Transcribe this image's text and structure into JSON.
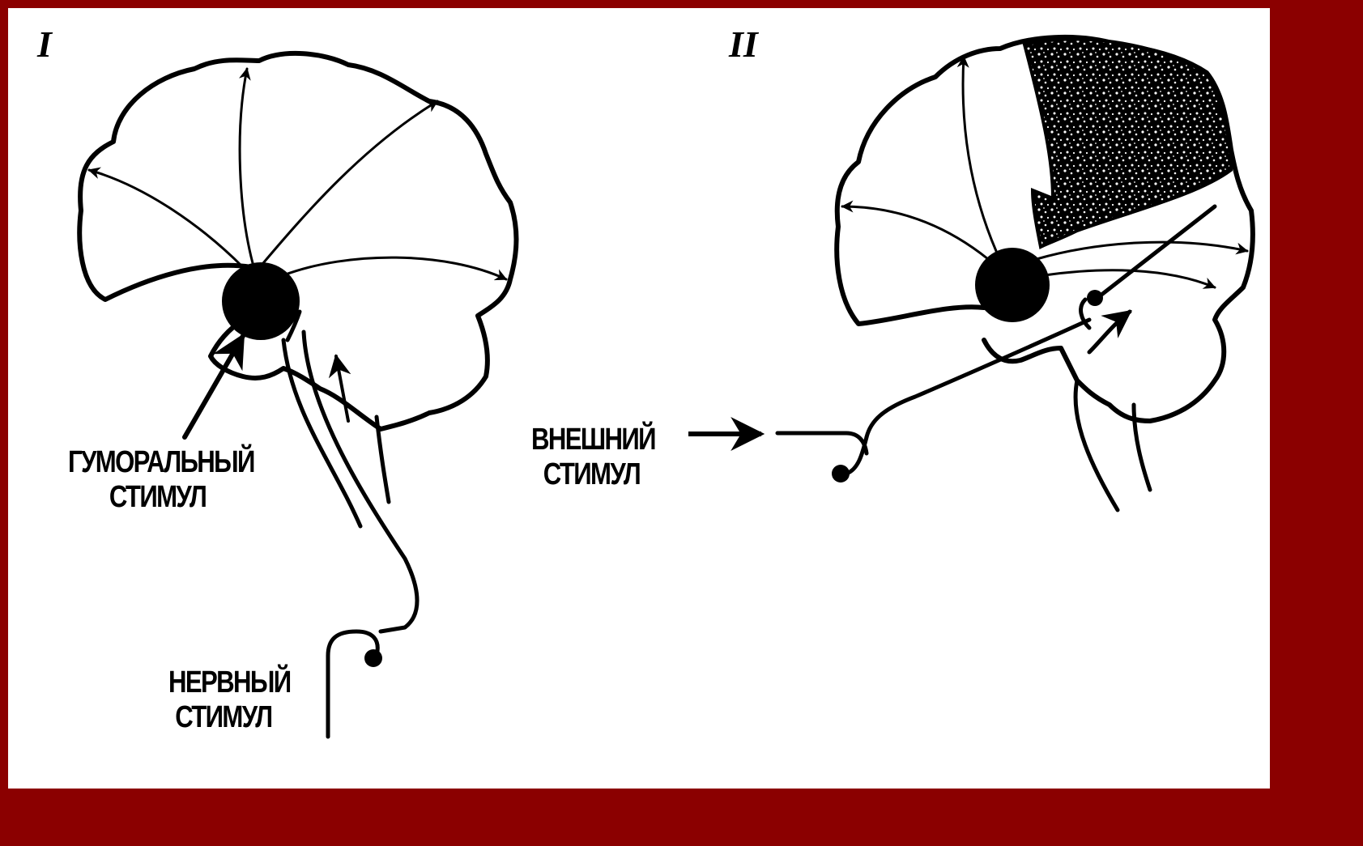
{
  "panels": {
    "first": {
      "numeral": "I",
      "humoral": {
        "line1": "ГУМОРАЛЬНЫЙ",
        "line2": "СТИМУЛ"
      },
      "nervous": {
        "line1": "НЕРВНЫЙ",
        "line2": "СТИМУЛ"
      }
    },
    "second": {
      "numeral": "II",
      "external": {
        "line1": "ВНЕШНИЙ",
        "line2": "СТИМУЛ"
      }
    }
  },
  "colors": {
    "border": "#8b0000",
    "ink": "#000000",
    "paper": "#ffffff"
  }
}
